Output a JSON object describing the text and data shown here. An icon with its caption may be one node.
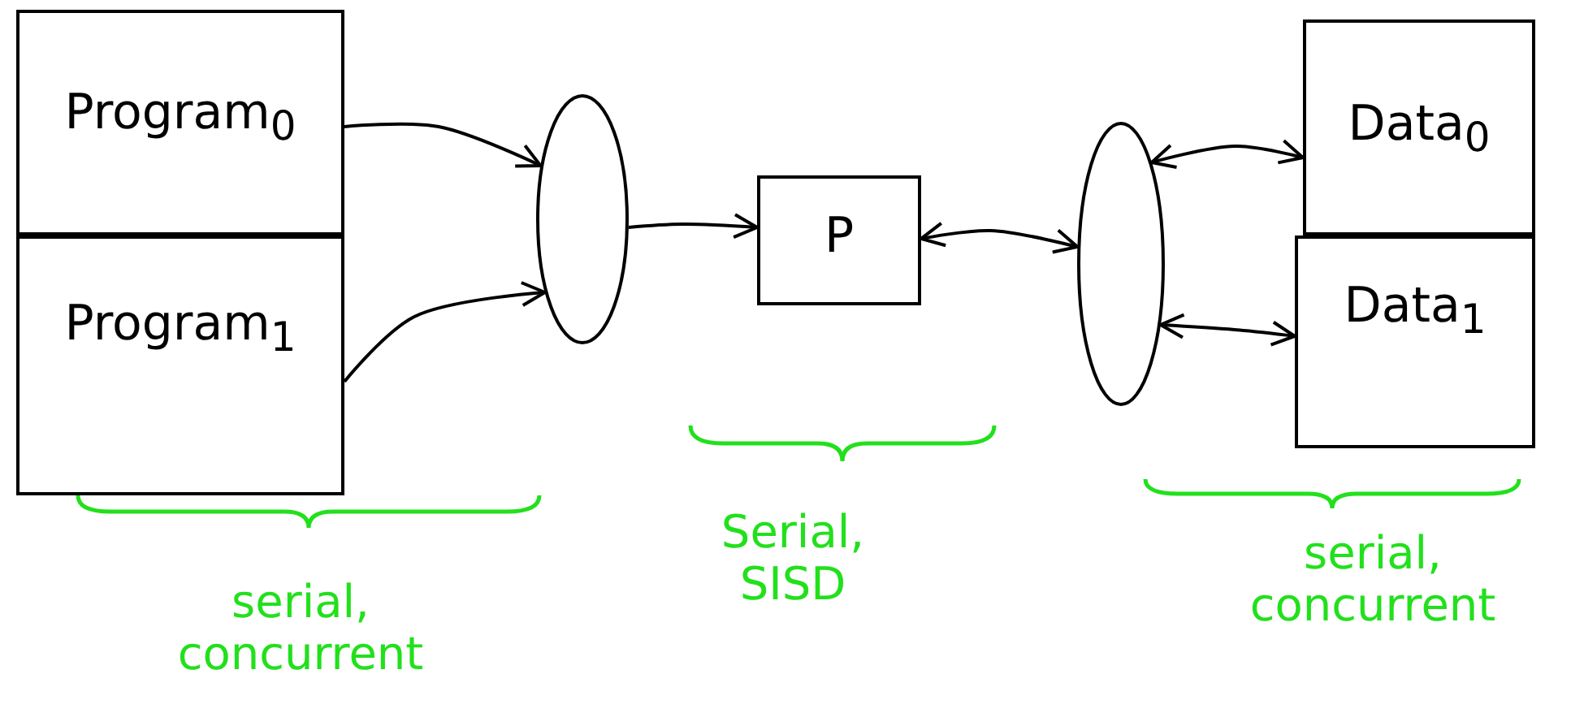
{
  "diagram": {
    "nodes": [
      {
        "text": [
          "Program$_{0}$"
        ]
      },
      {
        "text": [
          "Program$_{1}$"
        ]
      },
      {
        "text": [],
        "shape": "ellipse"
      },
      {
        "text": [
          "P"
        ]
      },
      {
        "text": [],
        "shape": "ellipse"
      },
      {
        "text": [
          "Data$_{0}$"
        ]
      },
      {
        "text": [
          "Data$_{1}$"
        ]
      }
    ],
    "edges": [
      {
        "from": 0,
        "to": 2,
        "arrow": "to"
      },
      {
        "from": 1,
        "to": 2,
        "arrow": "to"
      },
      {
        "from": 2,
        "to": 3,
        "arrow": "to"
      },
      {
        "from": 3,
        "to": 4,
        "arrow": "both"
      },
      {
        "from": 4,
        "to": 5,
        "arrow": "both"
      },
      {
        "from": 4,
        "to": 6,
        "arrow": "both"
      }
    ],
    "labels": [
      "serial, concurrent",
      "Serial, SISD",
      "serial, concurrent"
    ]
  }
}
